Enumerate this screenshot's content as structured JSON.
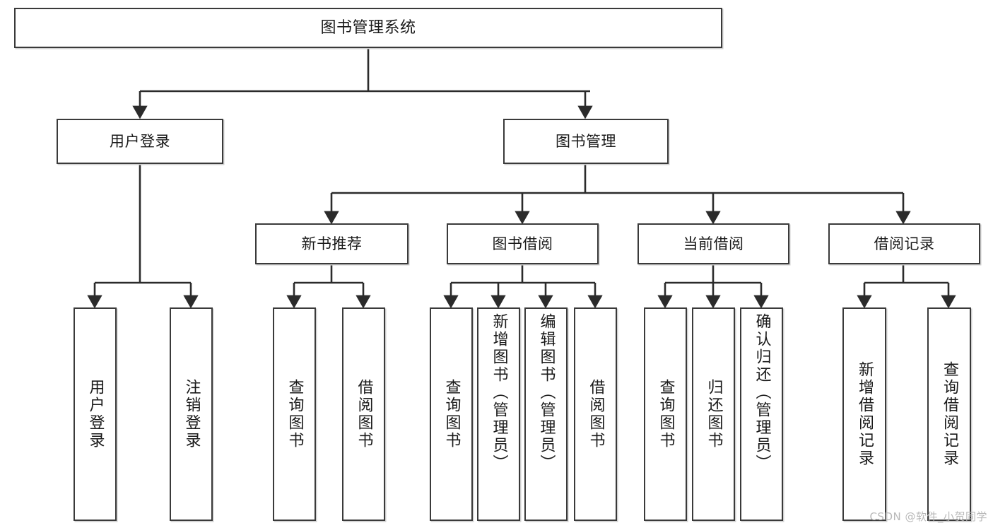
{
  "diagram": {
    "title": "图书管理系统",
    "type": "tree-hierarchy",
    "watermark": "CSDN @软件_小贺同学",
    "colors": {
      "box_border": "#3a3a3a",
      "box_fill": "#ffffff",
      "connector": "#2b2b2b",
      "text": "#1a1a1a",
      "watermark": "#b9b9b9",
      "background": "#ffffff"
    },
    "nodes": {
      "root": {
        "label": "图书管理系统"
      },
      "level2": [
        {
          "id": "user-login",
          "label": "用户登录"
        },
        {
          "id": "book-management",
          "label": "图书管理"
        }
      ],
      "level3": [
        {
          "id": "new-book-recommend",
          "label": "新书推荐"
        },
        {
          "id": "book-borrow",
          "label": "图书借阅"
        },
        {
          "id": "current-borrow",
          "label": "当前借阅"
        },
        {
          "id": "borrow-record",
          "label": "借阅记录"
        }
      ],
      "leaves": {
        "user_login": [
          {
            "id": "leaf-user-login",
            "label": "用户登录"
          },
          {
            "id": "leaf-logout",
            "label": "注销登录"
          }
        ],
        "new_book_recommend": [
          {
            "id": "leaf-query-books-1",
            "label": "查询图书"
          },
          {
            "id": "leaf-borrow-books-1",
            "label": "借阅图书"
          }
        ],
        "book_borrow": [
          {
            "id": "leaf-query-books-2",
            "label": "查询图书"
          },
          {
            "id": "leaf-add-book",
            "label": "新增图书（管理员）"
          },
          {
            "id": "leaf-edit-book",
            "label": "编辑图书（管理员）"
          },
          {
            "id": "leaf-borrow-books-2",
            "label": "借阅图书"
          }
        ],
        "current_borrow": [
          {
            "id": "leaf-query-books-3",
            "label": "查询图书"
          },
          {
            "id": "leaf-return-book",
            "label": "归还图书"
          },
          {
            "id": "leaf-confirm-return",
            "label": "确认归还（管理员）"
          }
        ],
        "borrow_record": [
          {
            "id": "leaf-add-record",
            "label": "新增借阅记录"
          },
          {
            "id": "leaf-query-record",
            "label": "查询借阅记录"
          }
        ]
      }
    }
  }
}
